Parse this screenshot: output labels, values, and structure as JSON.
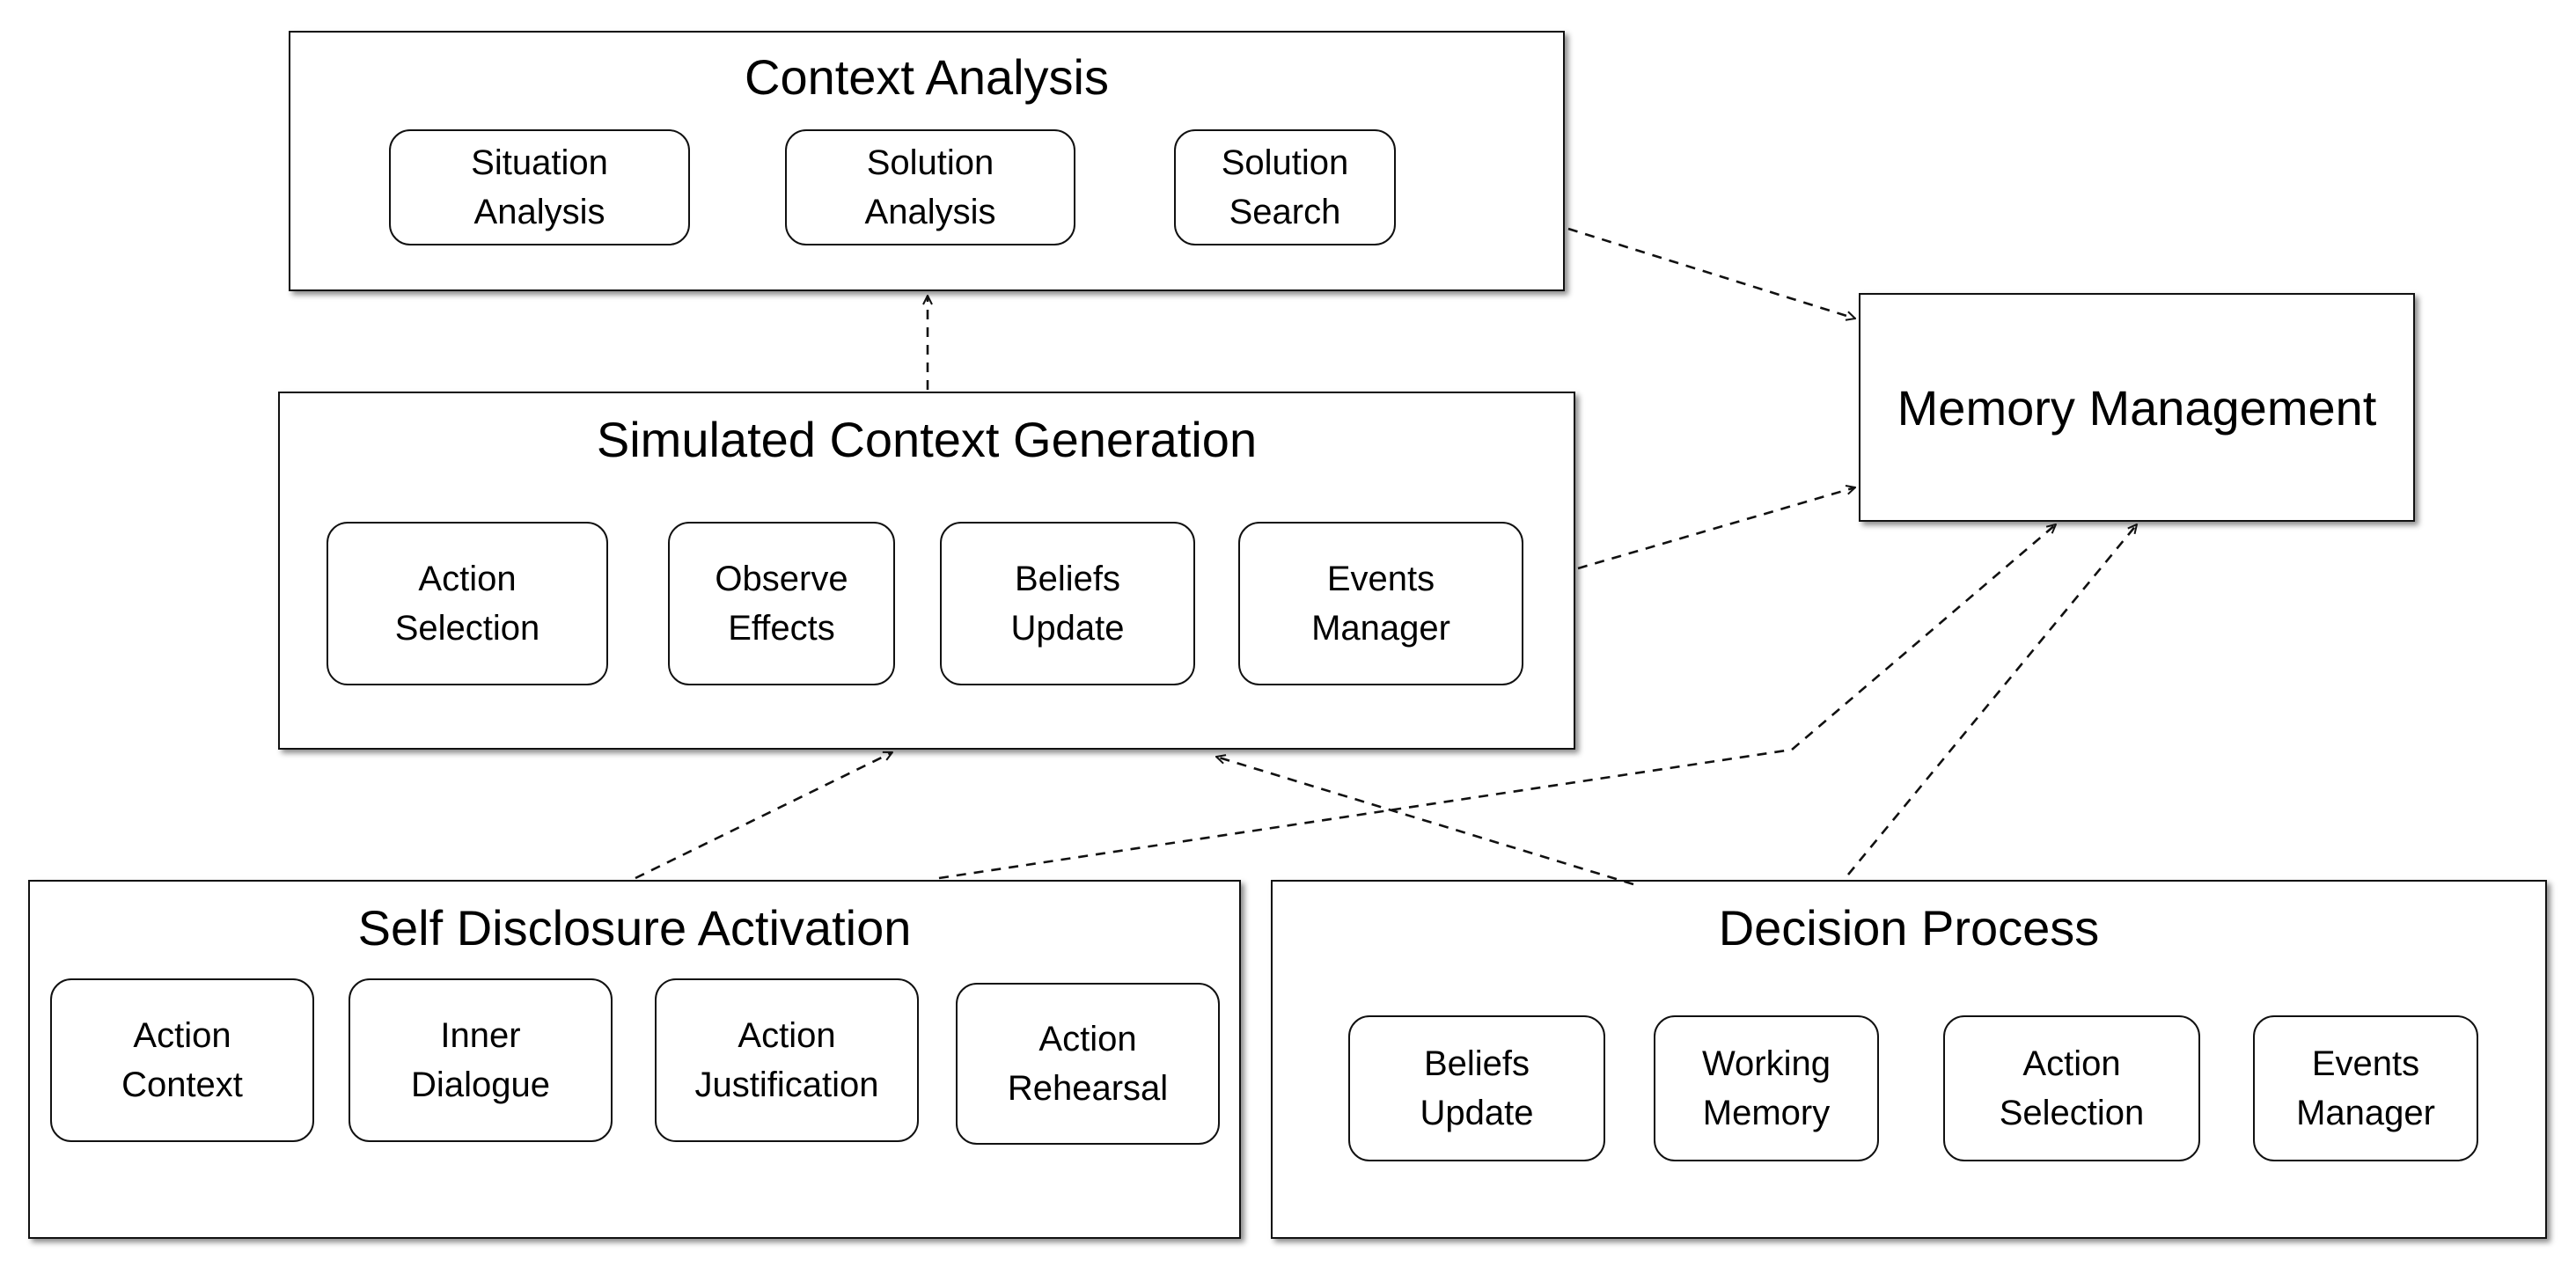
{
  "groups": {
    "context_analysis": {
      "title": "Context Analysis",
      "items": [
        "Situation\nAnalysis",
        "Solution\nAnalysis",
        "Solution\nSearch"
      ]
    },
    "simulated_context_generation": {
      "title": "Simulated Context Generation",
      "items": [
        "Action\nSelection",
        "Observe\nEffects",
        "Beliefs\nUpdate",
        "Events\nManager"
      ]
    },
    "self_disclosure_activation": {
      "title": "Self Disclosure Activation",
      "items": [
        "Action\nContext",
        "Inner\nDialogue",
        "Action\nJustification",
        "Action\nRehearsal"
      ]
    },
    "decision_process": {
      "title": "Decision Process",
      "items": [
        "Beliefs\nUpdate",
        "Working\nMemory",
        "Action\nSelection",
        "Events\nManager"
      ]
    }
  },
  "memory_management": {
    "title": "Memory Management"
  },
  "edges": [
    {
      "from": "Simulated Context Generation",
      "to": "Context Analysis",
      "style": "dashed"
    },
    {
      "from": "Context Analysis",
      "to": "Memory Management",
      "style": "dashed"
    },
    {
      "from": "Simulated Context Generation",
      "to": "Memory Management",
      "style": "dashed"
    },
    {
      "from": "Self Disclosure Activation",
      "to": "Simulated Context Generation",
      "style": "dashed"
    },
    {
      "from": "Self Disclosure Activation",
      "to": "Memory Management",
      "style": "dashed"
    },
    {
      "from": "Decision Process",
      "to": "Simulated Context Generation",
      "style": "dashed"
    },
    {
      "from": "Decision Process",
      "to": "Memory Management",
      "style": "dashed"
    }
  ]
}
